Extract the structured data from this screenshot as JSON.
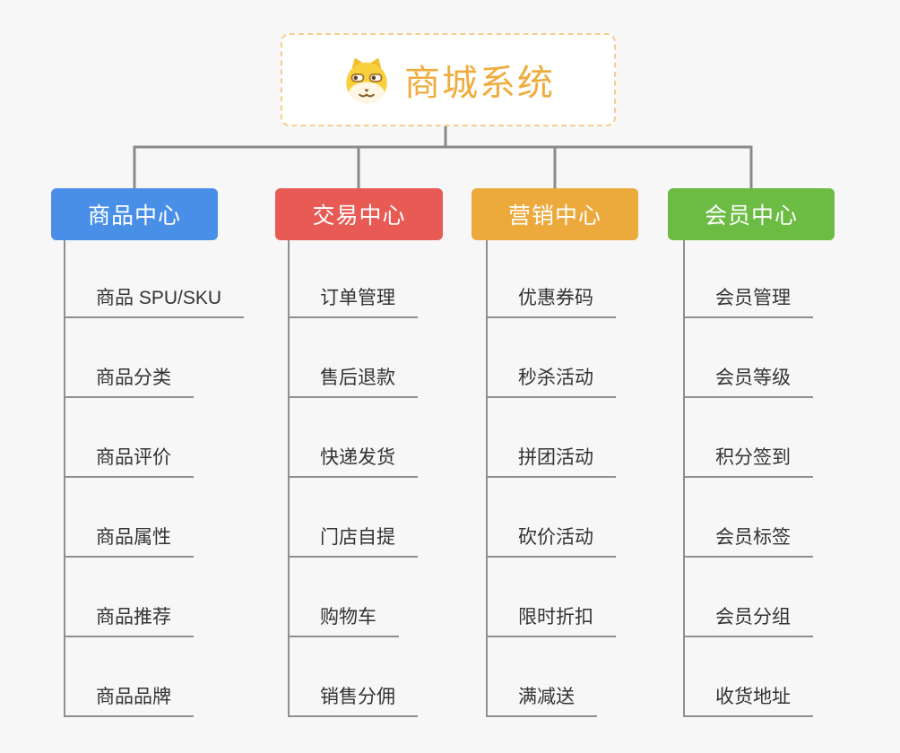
{
  "root": {
    "title": "商城系统",
    "icon": "doge-icon"
  },
  "branches": [
    {
      "label": "商品中心",
      "color": "#4A8FE7",
      "items": [
        "商品 SPU/SKU",
        "商品分类",
        "商品评价",
        "商品属性",
        "商品推荐",
        "商品品牌"
      ]
    },
    {
      "label": "交易中心",
      "color": "#E85B55",
      "items": [
        "订单管理",
        "售后退款",
        "快递发货",
        "门店自提",
        "购物车",
        "销售分佣"
      ]
    },
    {
      "label": "营销中心",
      "color": "#ECA93C",
      "items": [
        "优惠券码",
        "秒杀活动",
        "拼团活动",
        "砍价活动",
        "限时折扣",
        "满减送"
      ]
    },
    {
      "label": "会员中心",
      "color": "#6CBB43",
      "items": [
        "会员管理",
        "会员等级",
        "积分签到",
        "会员标签",
        "会员分组",
        "收货地址"
      ]
    }
  ],
  "palette": {
    "background": "#F7F7F7",
    "root_border": "#F4CE8F",
    "root_title": "#EFAC3E",
    "connector_line": "#8A8A8A",
    "item_line": "#8F8F8F",
    "item_text": "#333333"
  }
}
